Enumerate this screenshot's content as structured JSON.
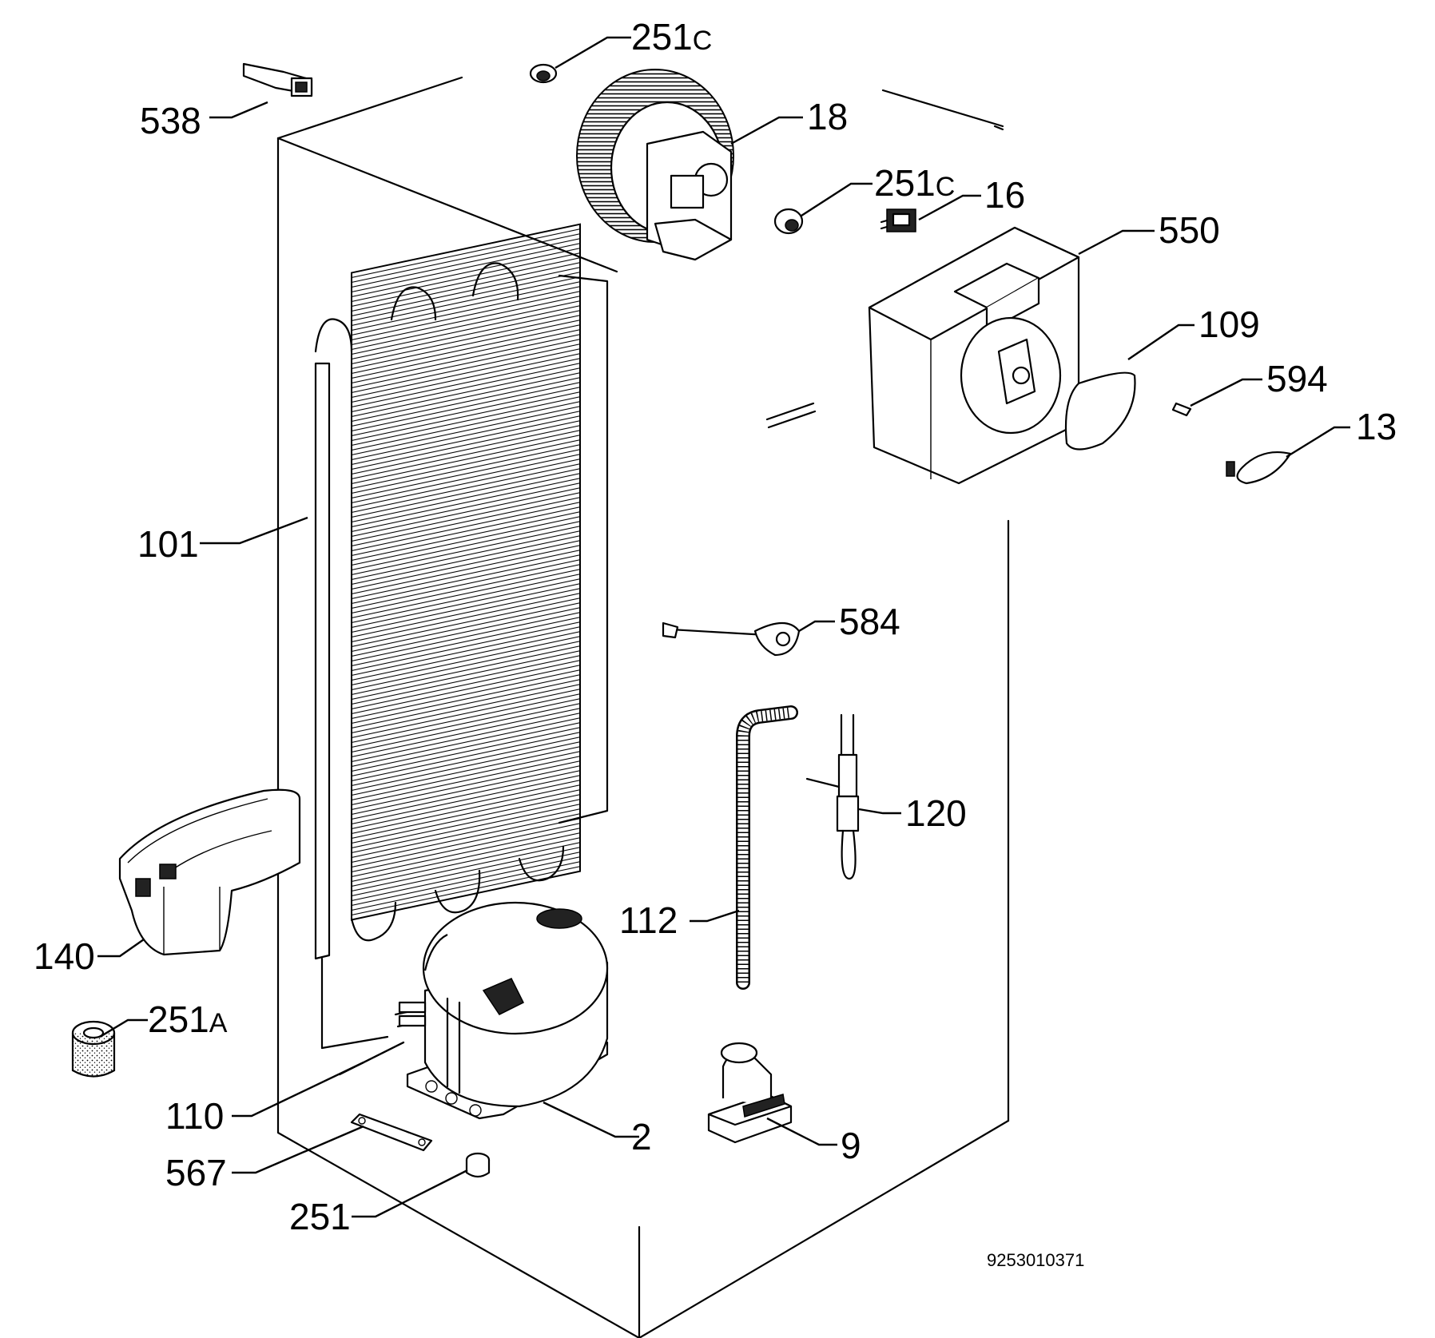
{
  "diagram": {
    "drawing_code": "9253010371",
    "parts": [
      {
        "id": "538",
        "num": "538",
        "suffix": ""
      },
      {
        "id": "251c_top",
        "num": "251",
        "suffix": "C"
      },
      {
        "id": "18",
        "num": "18",
        "suffix": ""
      },
      {
        "id": "251c_mid",
        "num": "251",
        "suffix": "C"
      },
      {
        "id": "16",
        "num": "16",
        "suffix": ""
      },
      {
        "id": "550",
        "num": "550",
        "suffix": ""
      },
      {
        "id": "109",
        "num": "109",
        "suffix": ""
      },
      {
        "id": "594",
        "num": "594",
        "suffix": ""
      },
      {
        "id": "13",
        "num": "13",
        "suffix": ""
      },
      {
        "id": "101",
        "num": "101",
        "suffix": ""
      },
      {
        "id": "584",
        "num": "584",
        "suffix": ""
      },
      {
        "id": "120",
        "num": "120",
        "suffix": ""
      },
      {
        "id": "112",
        "num": "112",
        "suffix": ""
      },
      {
        "id": "140",
        "num": "140",
        "suffix": ""
      },
      {
        "id": "251a",
        "num": "251",
        "suffix": "A"
      },
      {
        "id": "110",
        "num": "110",
        "suffix": ""
      },
      {
        "id": "2",
        "num": "2",
        "suffix": ""
      },
      {
        "id": "9",
        "num": "9",
        "suffix": ""
      },
      {
        "id": "567",
        "num": "567",
        "suffix": ""
      },
      {
        "id": "251",
        "num": "251",
        "suffix": ""
      }
    ]
  }
}
